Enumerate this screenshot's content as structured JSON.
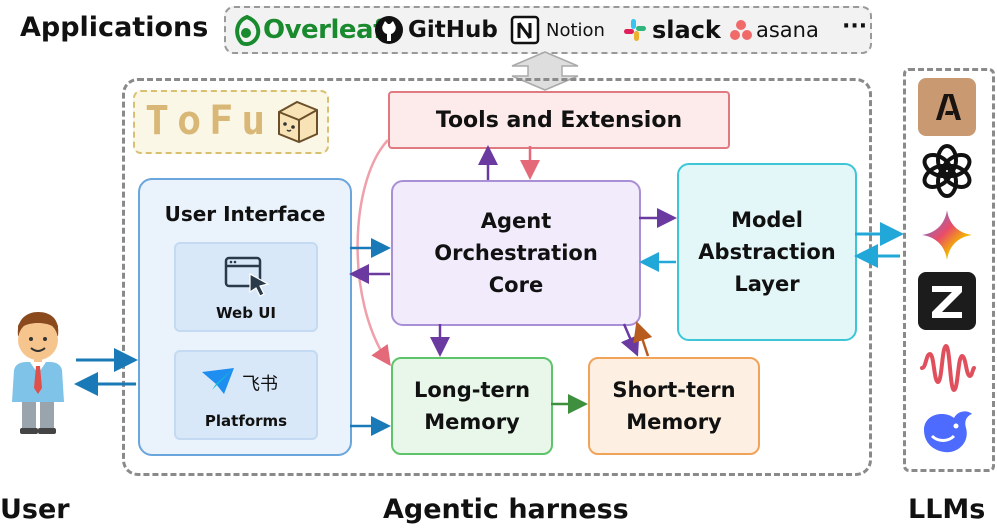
{
  "labels": {
    "applications": "Applications",
    "user": "User",
    "agentic_harness": "Agentic harness",
    "llms": "LLMs"
  },
  "applications": {
    "overleaf": "Overleaf",
    "github": "GitHub",
    "notion": "Notion",
    "slack": "slack",
    "asana": "asana",
    "more": "···"
  },
  "tofu_logo_text": "ToFu",
  "tools": "Tools and Extension",
  "ui": {
    "title": "User Interface",
    "web": "Web UI",
    "platforms_glyph": "飞书",
    "platforms": "Platforms"
  },
  "core": {
    "line1": "Agent",
    "line2": "Orchestration",
    "line3": "Core"
  },
  "model": {
    "line1": "Model",
    "line2": "Abstraction",
    "line3": "Layer"
  },
  "long_term": {
    "line1": "Long-tern",
    "line2": "Memory"
  },
  "short_term": {
    "line1": "Short-tern",
    "line2": "Memory"
  },
  "llm_icons": [
    "anthropic-icon",
    "openai-icon",
    "gemini-icon",
    "zhipu-icon",
    "audio-wave-icon",
    "deepseek-icon"
  ],
  "colors": {
    "tools_border": "#e07a80",
    "ui_border": "#6aa6dc",
    "core_border": "#a98fd6",
    "model_border": "#3cc6d8",
    "long_border": "#5ec46a",
    "short_border": "#f2a35a",
    "arrow_purple": "#6a3aa0",
    "arrow_blue": "#1a7ab8"
  }
}
